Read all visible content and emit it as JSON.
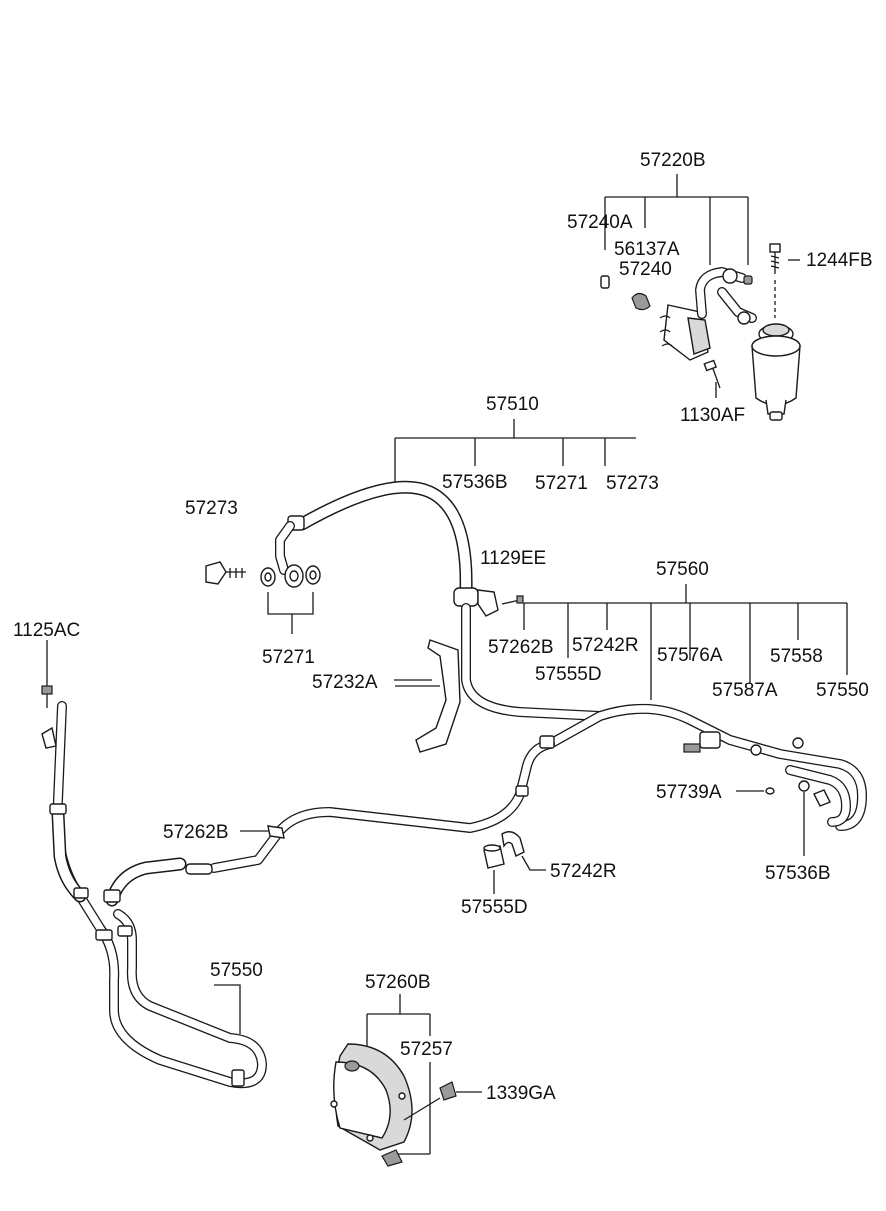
{
  "labels": {
    "l_57220B": "57220B",
    "l_57240A": "57240A",
    "l_56137A": "56137A",
    "l_57240": "57240",
    "l_1244FB": "1244FB",
    "l_1130AF": "1130AF",
    "l_57510": "57510",
    "l_57536B_top": "57536B",
    "l_57271_top": "57271",
    "l_57273_top": "57273",
    "l_57273_left": "57273",
    "l_57271_left": "57271",
    "l_1129EE": "1129EE",
    "l_57560": "57560",
    "l_57262B_top": "57262B",
    "l_57242R_top": "57242R",
    "l_57555D_top": "57555D",
    "l_57576A": "57576A",
    "l_57558": "57558",
    "l_57587A": "57587A",
    "l_57550_right": "57550",
    "l_57232A": "57232A",
    "l_1125AC": "1125AC",
    "l_57739A": "57739A",
    "l_57536B_bottom": "57536B",
    "l_57262B_mid": "57262B",
    "l_57242R_mid": "57242R",
    "l_57555D_mid": "57555D",
    "l_57550_left": "57550",
    "l_57260B": "57260B",
    "l_57257": "57257",
    "l_1339GA": "1339GA"
  }
}
